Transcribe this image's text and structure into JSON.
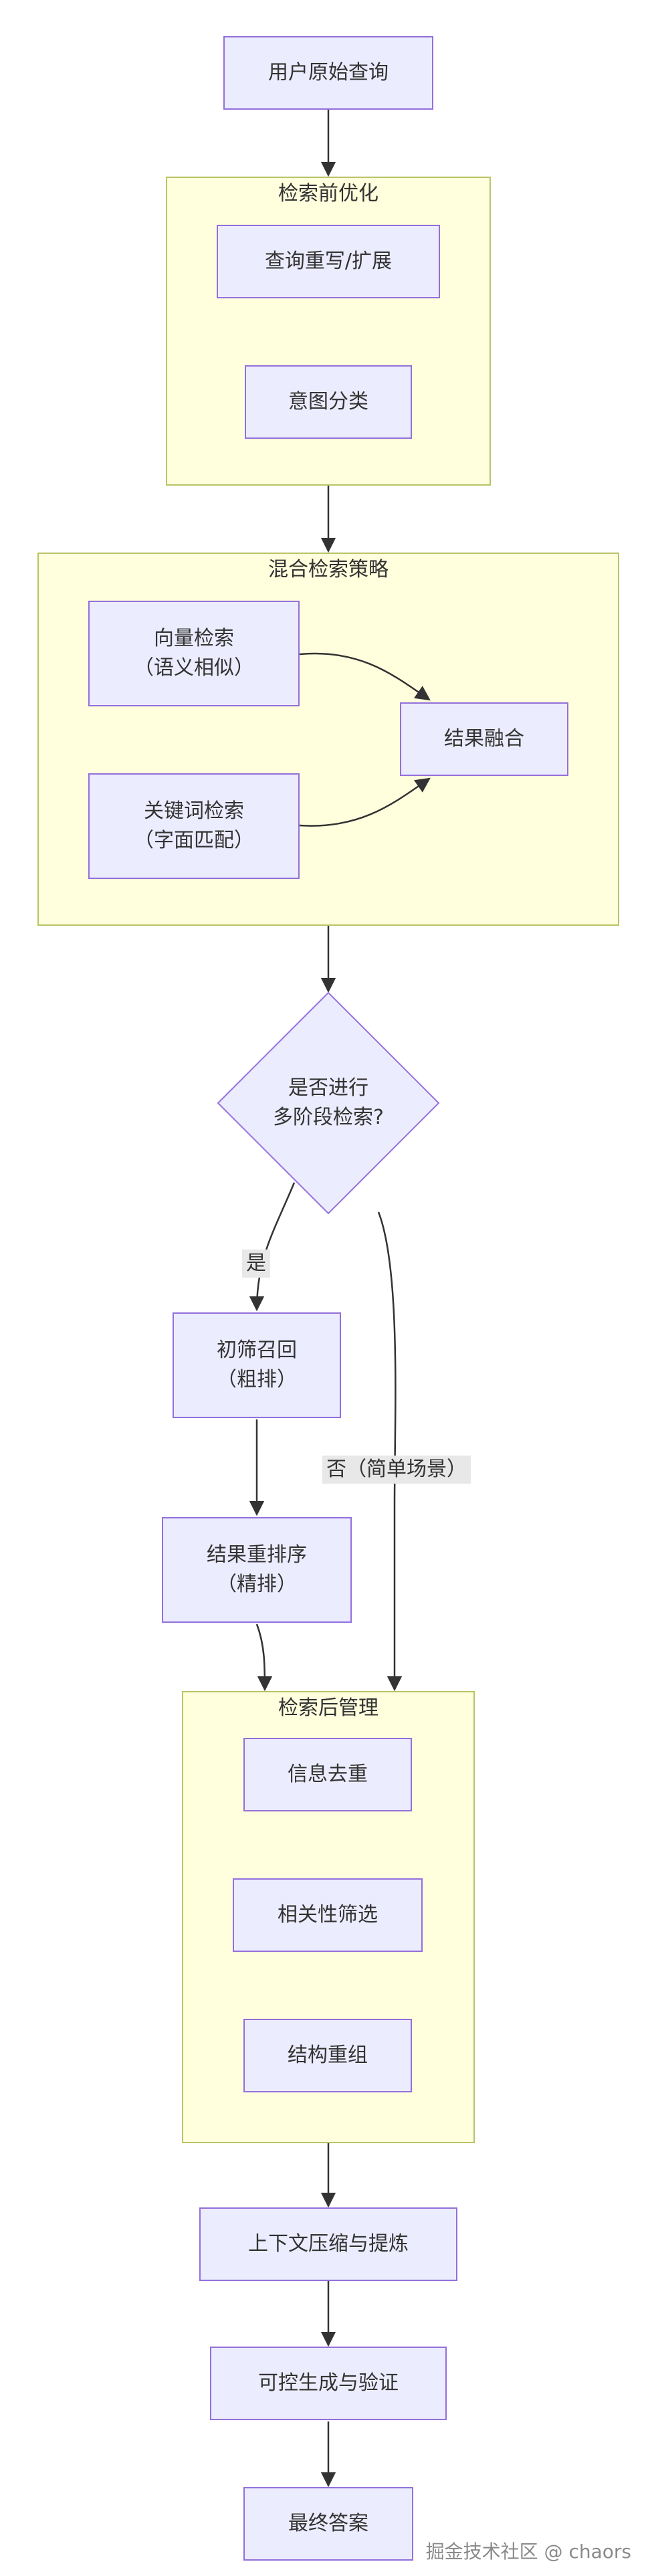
{
  "nodes": {
    "query": "用户原始查询",
    "rewrite": "查询重写/扩展",
    "intent": "意图分类",
    "vector_line1": "向量检索",
    "vector_line2": "（语义相似）",
    "keyword_line1": "关键词检索",
    "keyword_line2": "（字面匹配）",
    "fusion": "结果融合",
    "decision_line1": "是否进行",
    "decision_line2": "多阶段检索?",
    "recall_line1": "初筛召回",
    "recall_line2": "（粗排）",
    "rerank_line1": "结果重排序",
    "rerank_line2": "（精排）",
    "dedup": "信息去重",
    "filter": "相关性筛选",
    "restructure": "结构重组",
    "compress": "上下文压缩与提炼",
    "generate": "可控生成与验证",
    "answer": "最终答案"
  },
  "subgraphs": {
    "pre": "检索前优化",
    "hybrid": "混合检索策略",
    "post": "检索后管理"
  },
  "edge_labels": {
    "yes": "是",
    "no": "否（简单场景）"
  },
  "watermark": "掘金技术社区 @ chaors",
  "colors": {
    "node_fill": "#ececff",
    "node_border": "#9370db",
    "subgraph_fill": "#ffffde",
    "subgraph_border": "#b9c466",
    "edge": "#333333",
    "edge_label_bg": "#e8e8e8"
  }
}
